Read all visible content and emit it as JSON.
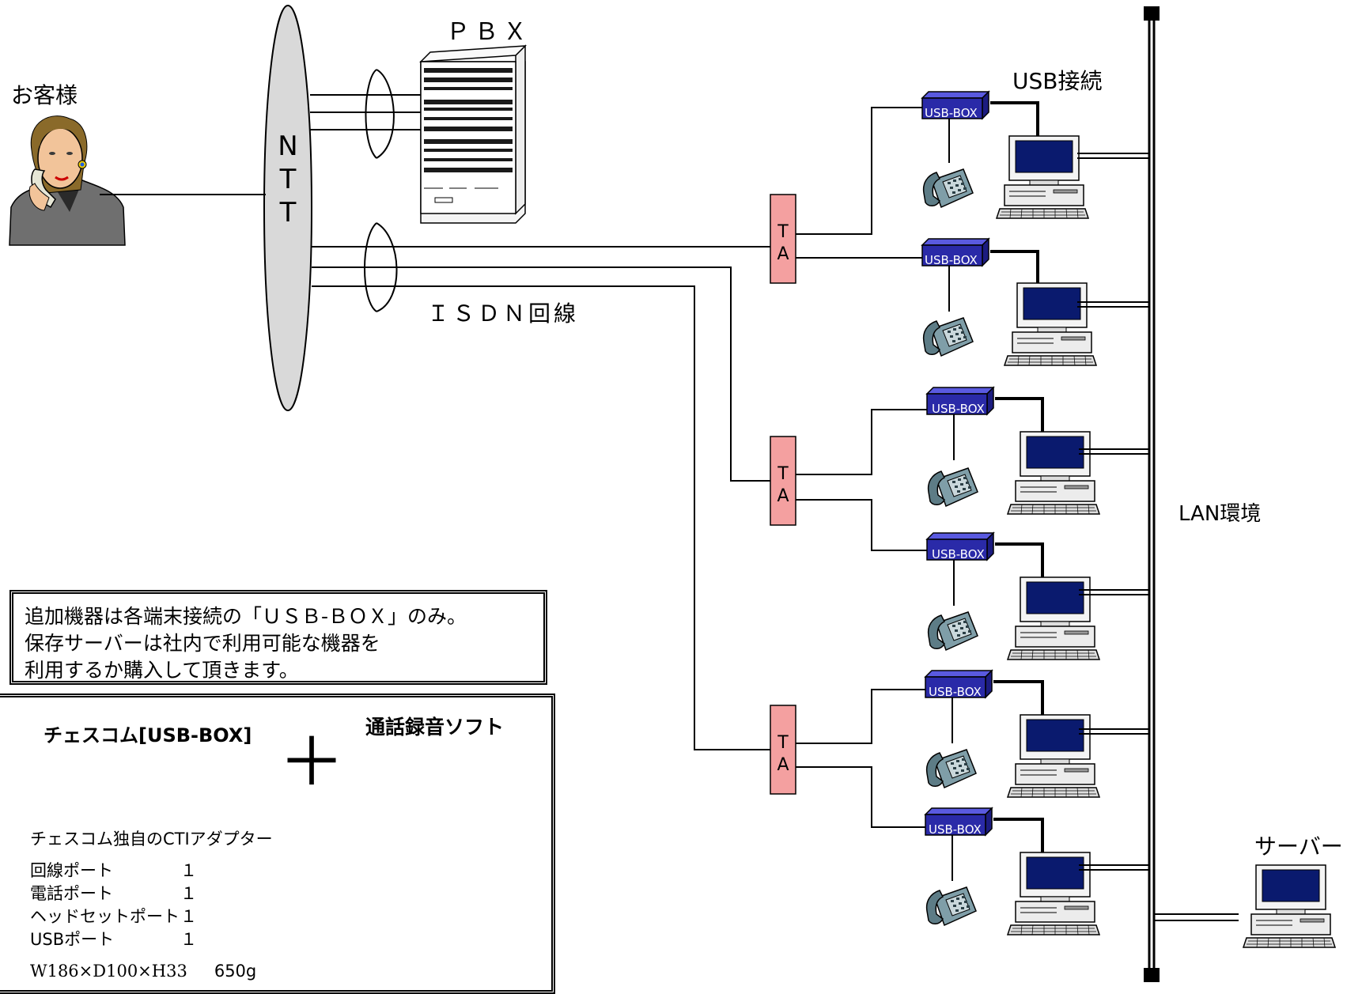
{
  "labels": {
    "customer": "お客様",
    "pbx": "ＰＢＸ",
    "ntt": [
      "N",
      "T",
      "T"
    ],
    "usb_connection": "USB接続",
    "isdn_line": "ＩＳＤＮ回線",
    "lan_env": "LAN環境",
    "server": "サーバー",
    "ta": [
      "T",
      "A"
    ],
    "usb_box": "USB-BOX"
  },
  "note": {
    "lines": [
      "追加機器は各端末接続の「ＵＳＢ-ＢＯＸ」のみ。",
      "保存サーバーは社内で利用可能な機器を",
      "利用するか購入して頂きます。"
    ]
  },
  "product": {
    "device_title": "チェスコム[USB-BOX]",
    "plus": "＋",
    "software_title": "通話録音ソフト",
    "description": "チェスコム独自のCTIアダプター",
    "specs": [
      {
        "name": "回線ポート",
        "value": "１"
      },
      {
        "name": "電話ポート",
        "value": "１"
      },
      {
        "name": "ヘッドセットポート",
        "value": "１"
      },
      {
        "name": "USBポート",
        "value": "１"
      }
    ],
    "dimensions": "W186×D100×H33",
    "weight": "650g"
  },
  "colors": {
    "usb_box": "#2a2aa8",
    "ta": "#f4a0a0",
    "ntt_cloud": "#d9d9d9",
    "monitor_screen": "#0a1a6e",
    "phone": "#6f8f99"
  }
}
